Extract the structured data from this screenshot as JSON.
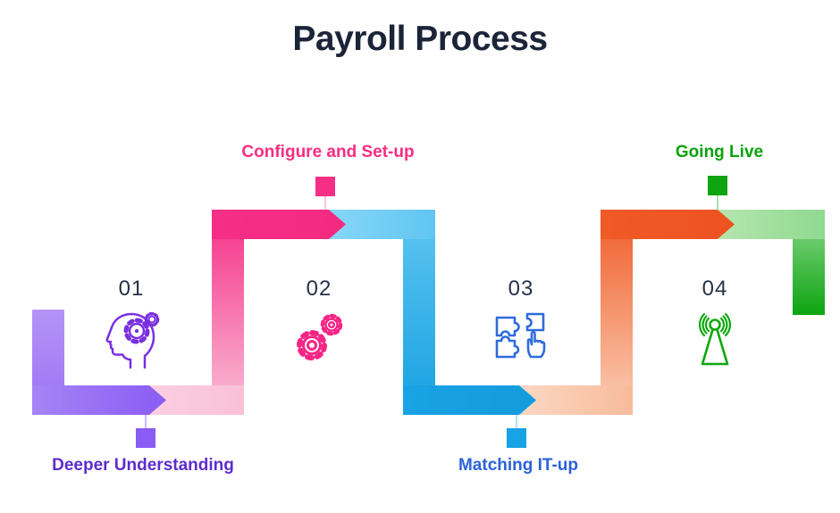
{
  "title": "Payroll Process",
  "colors": {
    "title": "#1b2438",
    "number": "#27314a",
    "purple": "#8a5cf4",
    "purple_light": "#b494f7",
    "purple_label": "#5d2ccd",
    "pink": "#f52e86",
    "pink_light": "#f9c0d8",
    "pink_label": "#fa2d80",
    "blue": "#17a0e2",
    "blue_light": "#87d6f8",
    "blue_label": "#2b62da",
    "orange": "#ef5a26",
    "orange_light": "#fbd0b8",
    "green": "#0ca410",
    "green_light": "#b5e6ae",
    "green_label": "#0aa30a"
  },
  "steps": [
    {
      "number": "01",
      "label": "Deeper Understanding",
      "label_position": "below",
      "icon": "head-gears-icon"
    },
    {
      "number": "02",
      "label": "Configure and Set-up",
      "label_position": "above",
      "icon": "gears-icon"
    },
    {
      "number": "03",
      "label": "Matching IT-up",
      "label_position": "below",
      "icon": "puzzle-hand-icon"
    },
    {
      "number": "04",
      "label": "Going Live",
      "label_position": "above",
      "icon": "antenna-icon"
    }
  ]
}
